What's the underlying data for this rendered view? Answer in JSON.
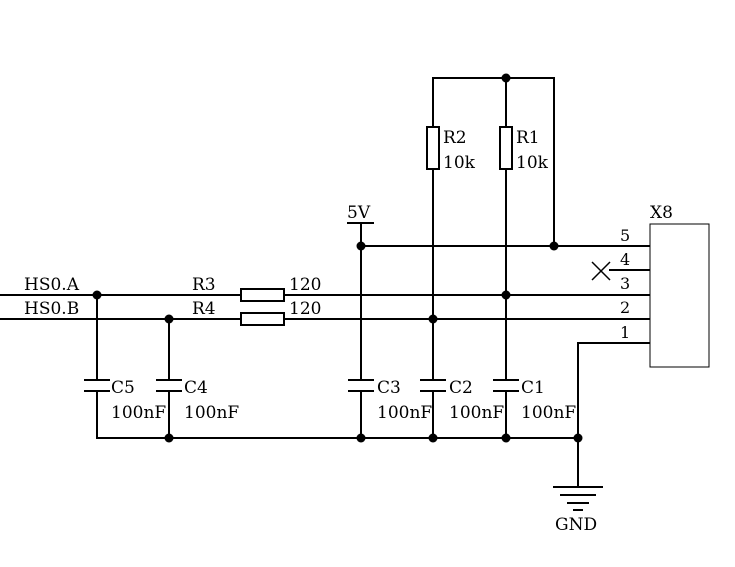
{
  "nets": {
    "hs_a": "HS0.A",
    "hs_b": "HS0.B",
    "supply": "5V",
    "ground": "GND"
  },
  "components": {
    "r1": {
      "ref": "R1",
      "value": "10k"
    },
    "r2": {
      "ref": "R2",
      "value": "10k"
    },
    "r3": {
      "ref": "R3",
      "value": "120"
    },
    "r4": {
      "ref": "R4",
      "value": "120"
    },
    "c1": {
      "ref": "C1",
      "value": "100nF"
    },
    "c2": {
      "ref": "C2",
      "value": "100nF"
    },
    "c3": {
      "ref": "C3",
      "value": "100nF"
    },
    "c4": {
      "ref": "C4",
      "value": "100nF"
    },
    "c5": {
      "ref": "C5",
      "value": "100nF"
    }
  },
  "connector": {
    "ref": "X8",
    "pins": [
      "5",
      "4",
      "3",
      "2",
      "1"
    ]
  }
}
